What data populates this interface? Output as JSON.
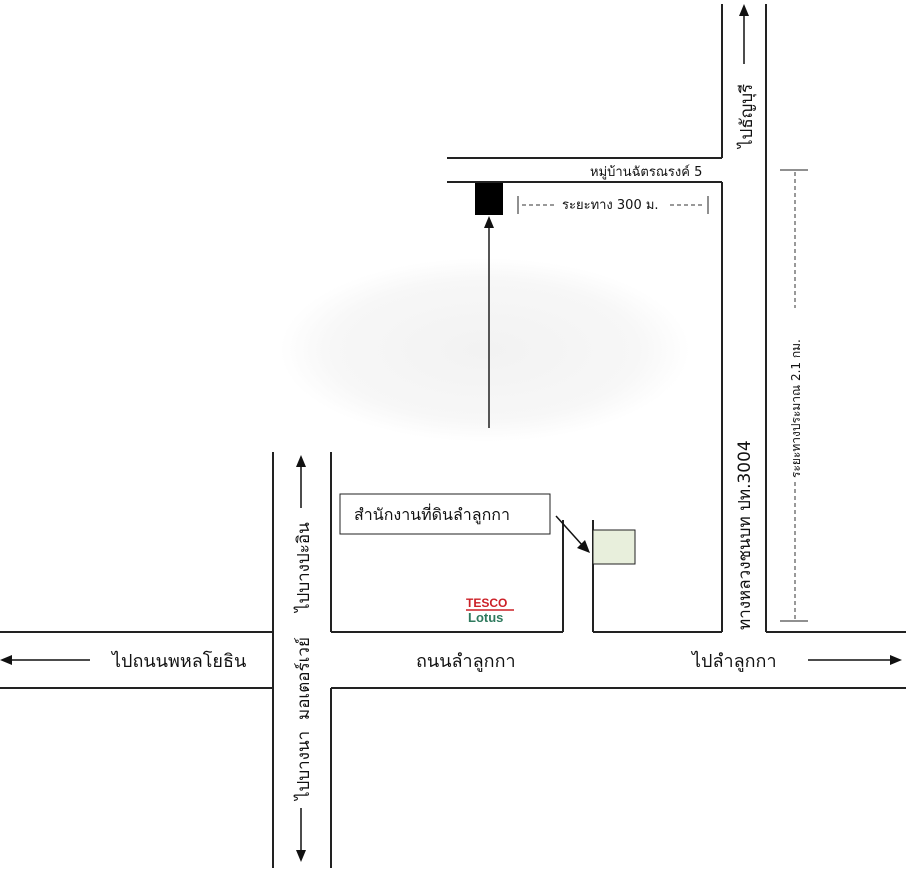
{
  "map": {
    "to_thanyaburi": "ไปธัญบุรี",
    "village_label": "หมู่บ้านฉัตรณรงค์ 5",
    "distance_300": "ระยะทาง 300 ม.",
    "distance_2_1": "ระยะทางประมาณ 2.1 กม.",
    "highway_label": "ทางหลวงชนบท ปท.3004",
    "to_bang_phun": "ไปบางปะอิน",
    "motorway_label": "มอเตอร์เวย์",
    "to_bang_na": "ไปบางนา",
    "office_label": "สำนักงานที่ดินลำลูกกา",
    "tesco_label": "TESCO",
    "lotus_label": "Lotus",
    "to_phahonyothin": "ไปถนนพหลโยธิน",
    "lam_luk_ka_road": "ถนนลำลูกกา",
    "to_lam_luk_ka": "ไปลำลูกกา",
    "colors": {
      "road": "#222222",
      "office_fill": "#e8efdc",
      "tesco_red": "#cc2027",
      "lotus_green": "#2f7a5e"
    }
  }
}
